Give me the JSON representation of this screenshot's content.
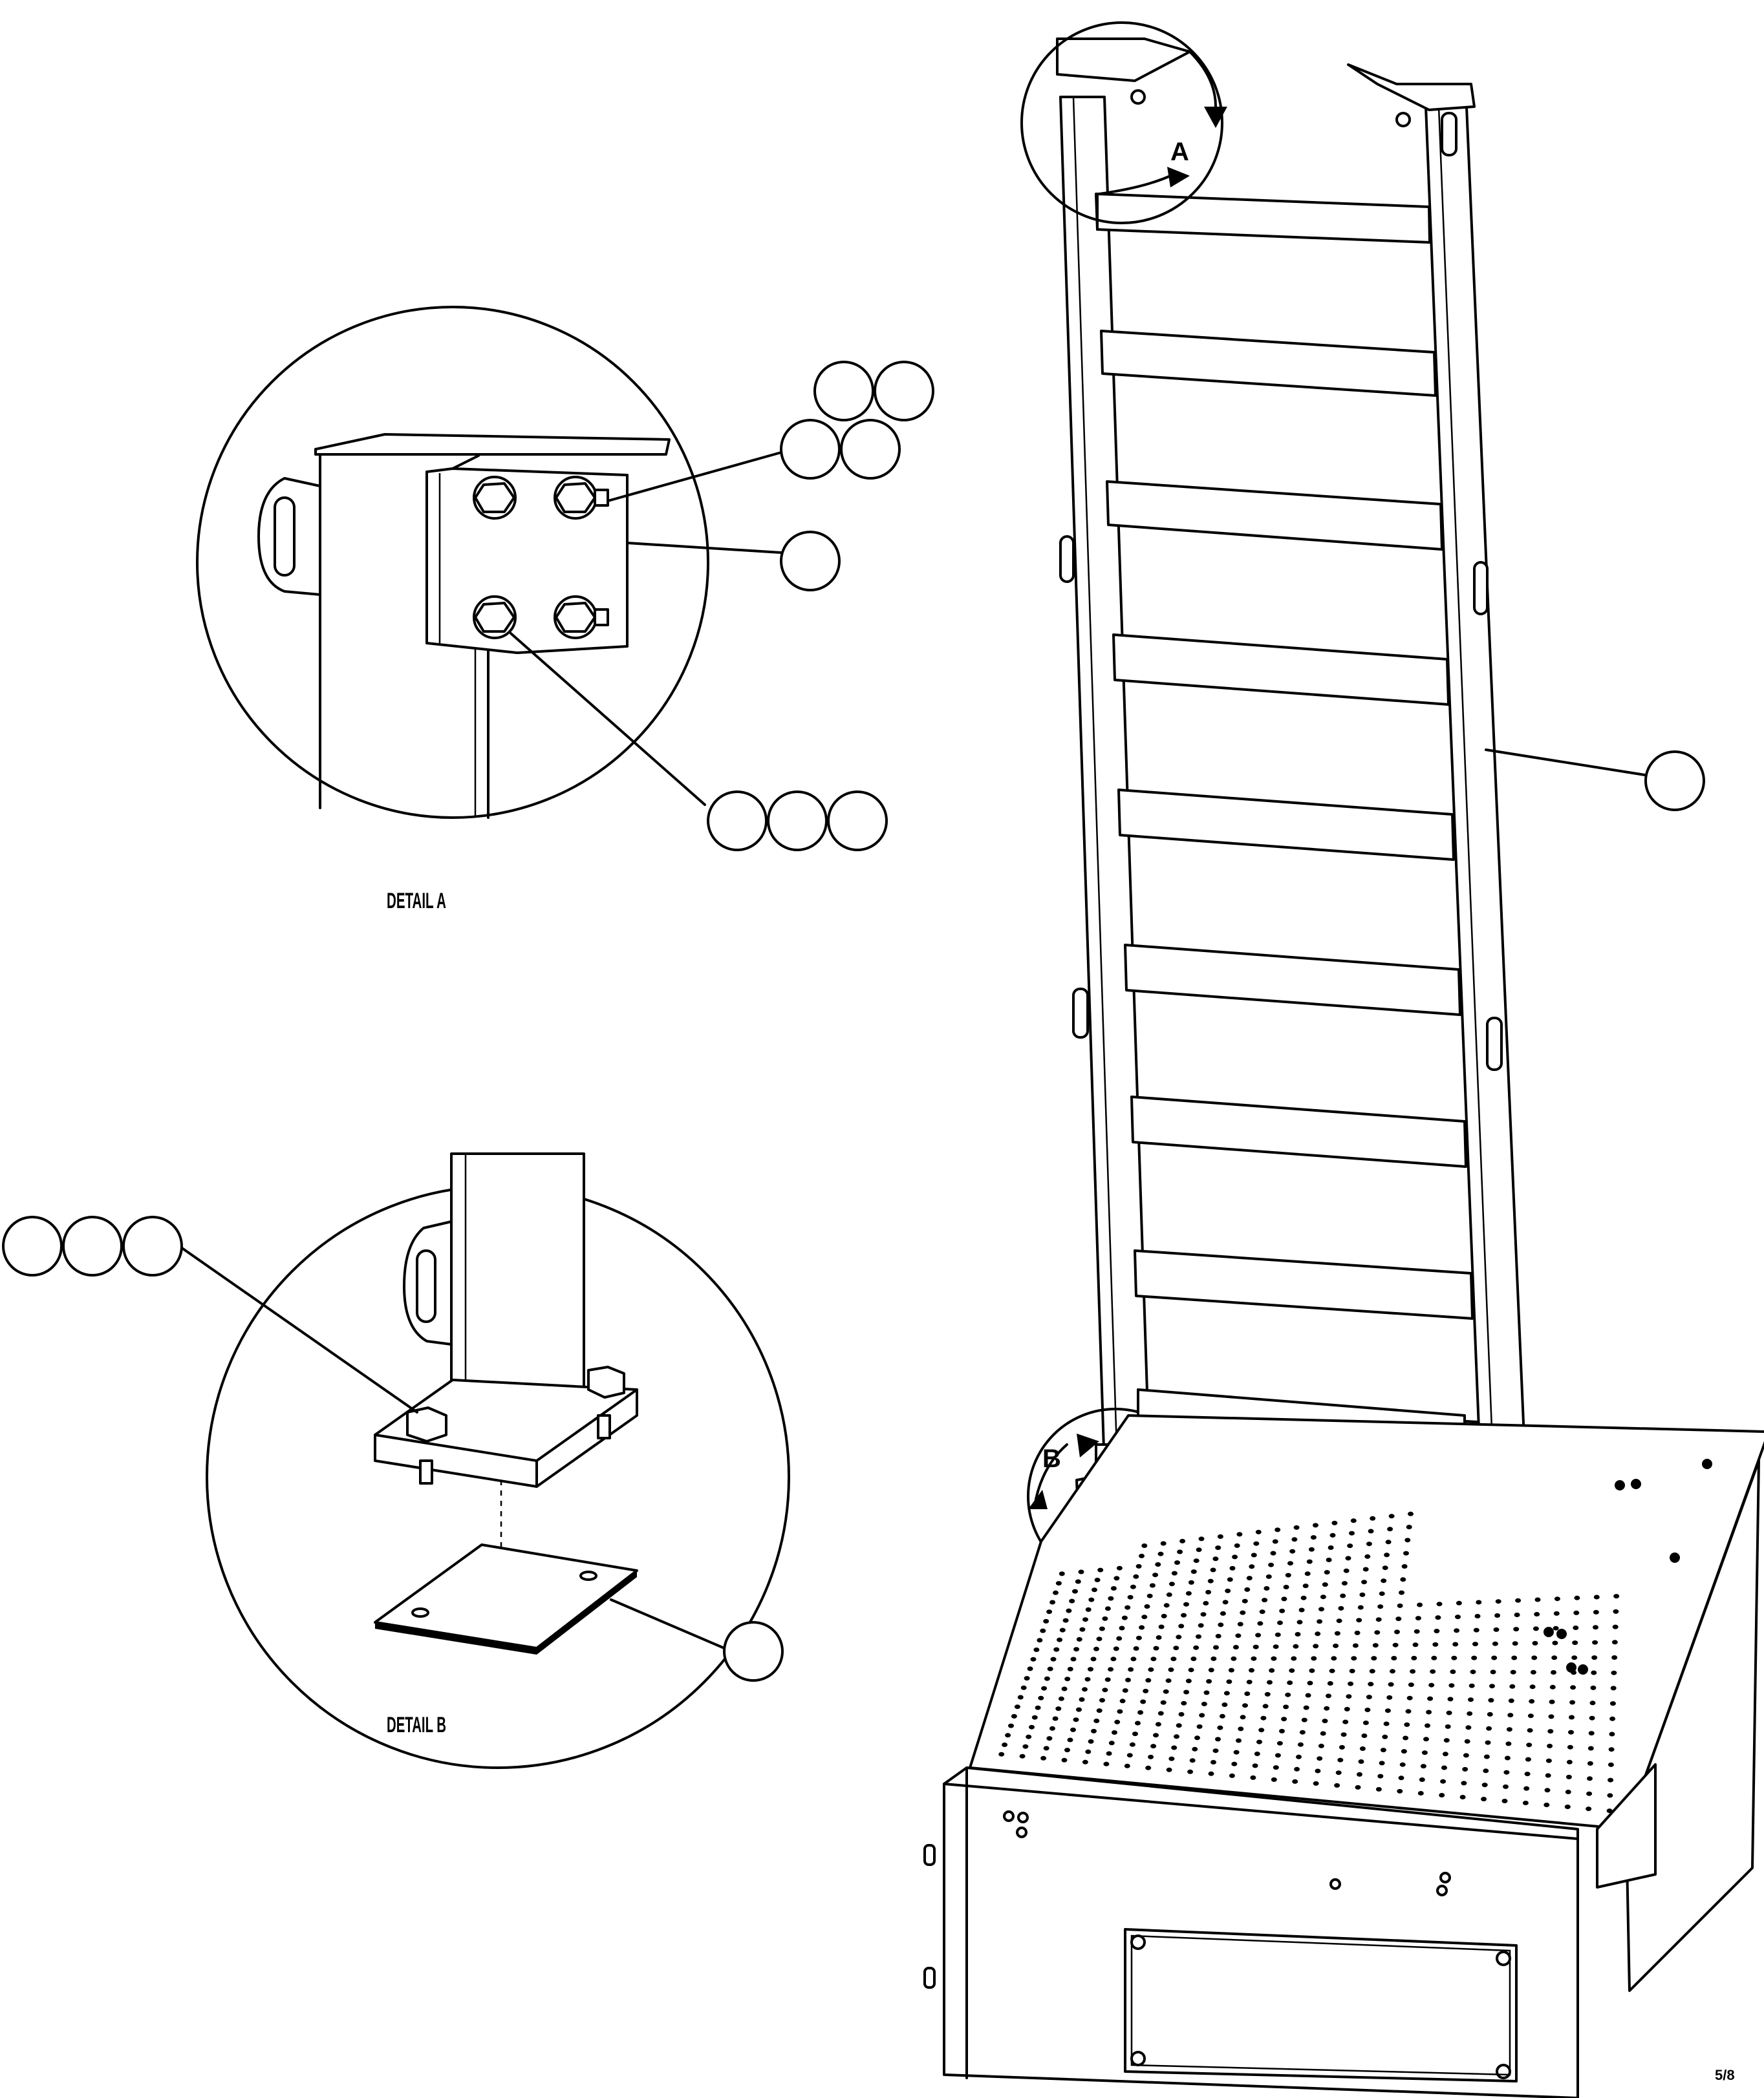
{
  "labels": {
    "detail_a": "DETAIL A",
    "detail_b": "DETAIL B",
    "marker_a": "A",
    "marker_b": "B",
    "sheet_ref": "5/8"
  },
  "colors": {
    "line": "#000000",
    "background": "#ffffff"
  },
  "callout_balloons": {
    "ladder": [
      ""
    ],
    "detail_a_top": [
      "",
      ""
    ],
    "detail_a_mid": [
      "",
      ""
    ],
    "detail_a_bracket": [
      ""
    ],
    "detail_a_bottom": [
      "",
      "",
      ""
    ],
    "detail_b_left": [
      "",
      "",
      ""
    ],
    "detail_b_plate": [
      ""
    ]
  }
}
